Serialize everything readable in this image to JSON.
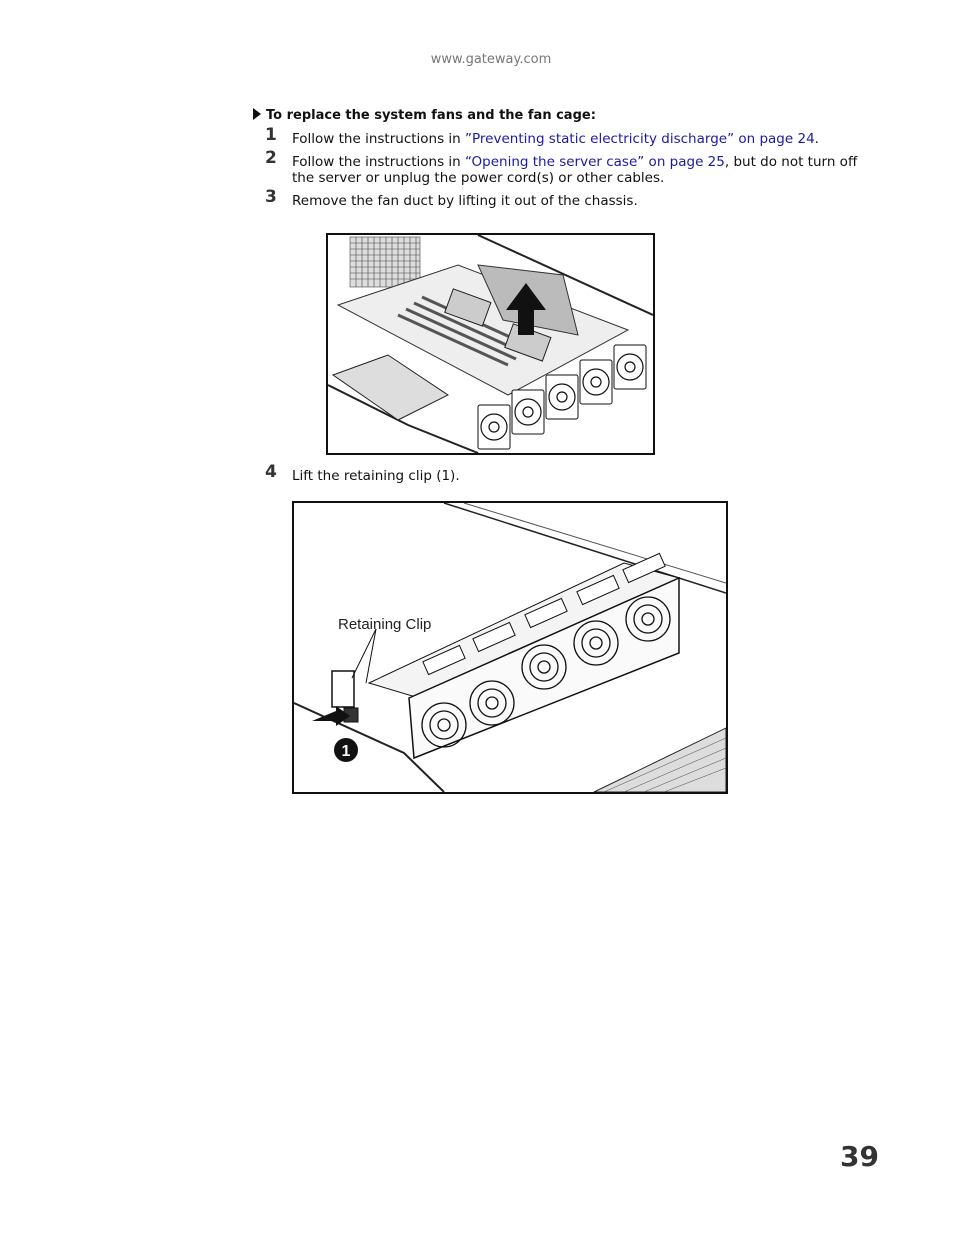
{
  "header": {
    "url": "www.gateway.com"
  },
  "procedure": {
    "title": "To replace the system fans and the fan cage:",
    "steps": [
      {
        "number": "1",
        "pre": "Follow the instructions in ",
        "link": "”Preventing static electricity discharge” on page 24",
        "post": "."
      },
      {
        "number": "2",
        "pre": "Follow the instructions in ",
        "link": "“Opening the server case” on page 25",
        "post": ", but do not turn off the server or unplug the power cord(s) or other cables."
      },
      {
        "number": "3",
        "text": "Remove the fan duct by lifting it out of the chassis."
      },
      {
        "number": "4",
        "text": "Lift the retaining clip (1)."
      }
    ]
  },
  "figure2": {
    "callout_label": "Retaining Clip",
    "callout_number": "1"
  },
  "colors": {
    "link": "#1a1aa6"
  },
  "footer": {
    "page_number": "39"
  }
}
